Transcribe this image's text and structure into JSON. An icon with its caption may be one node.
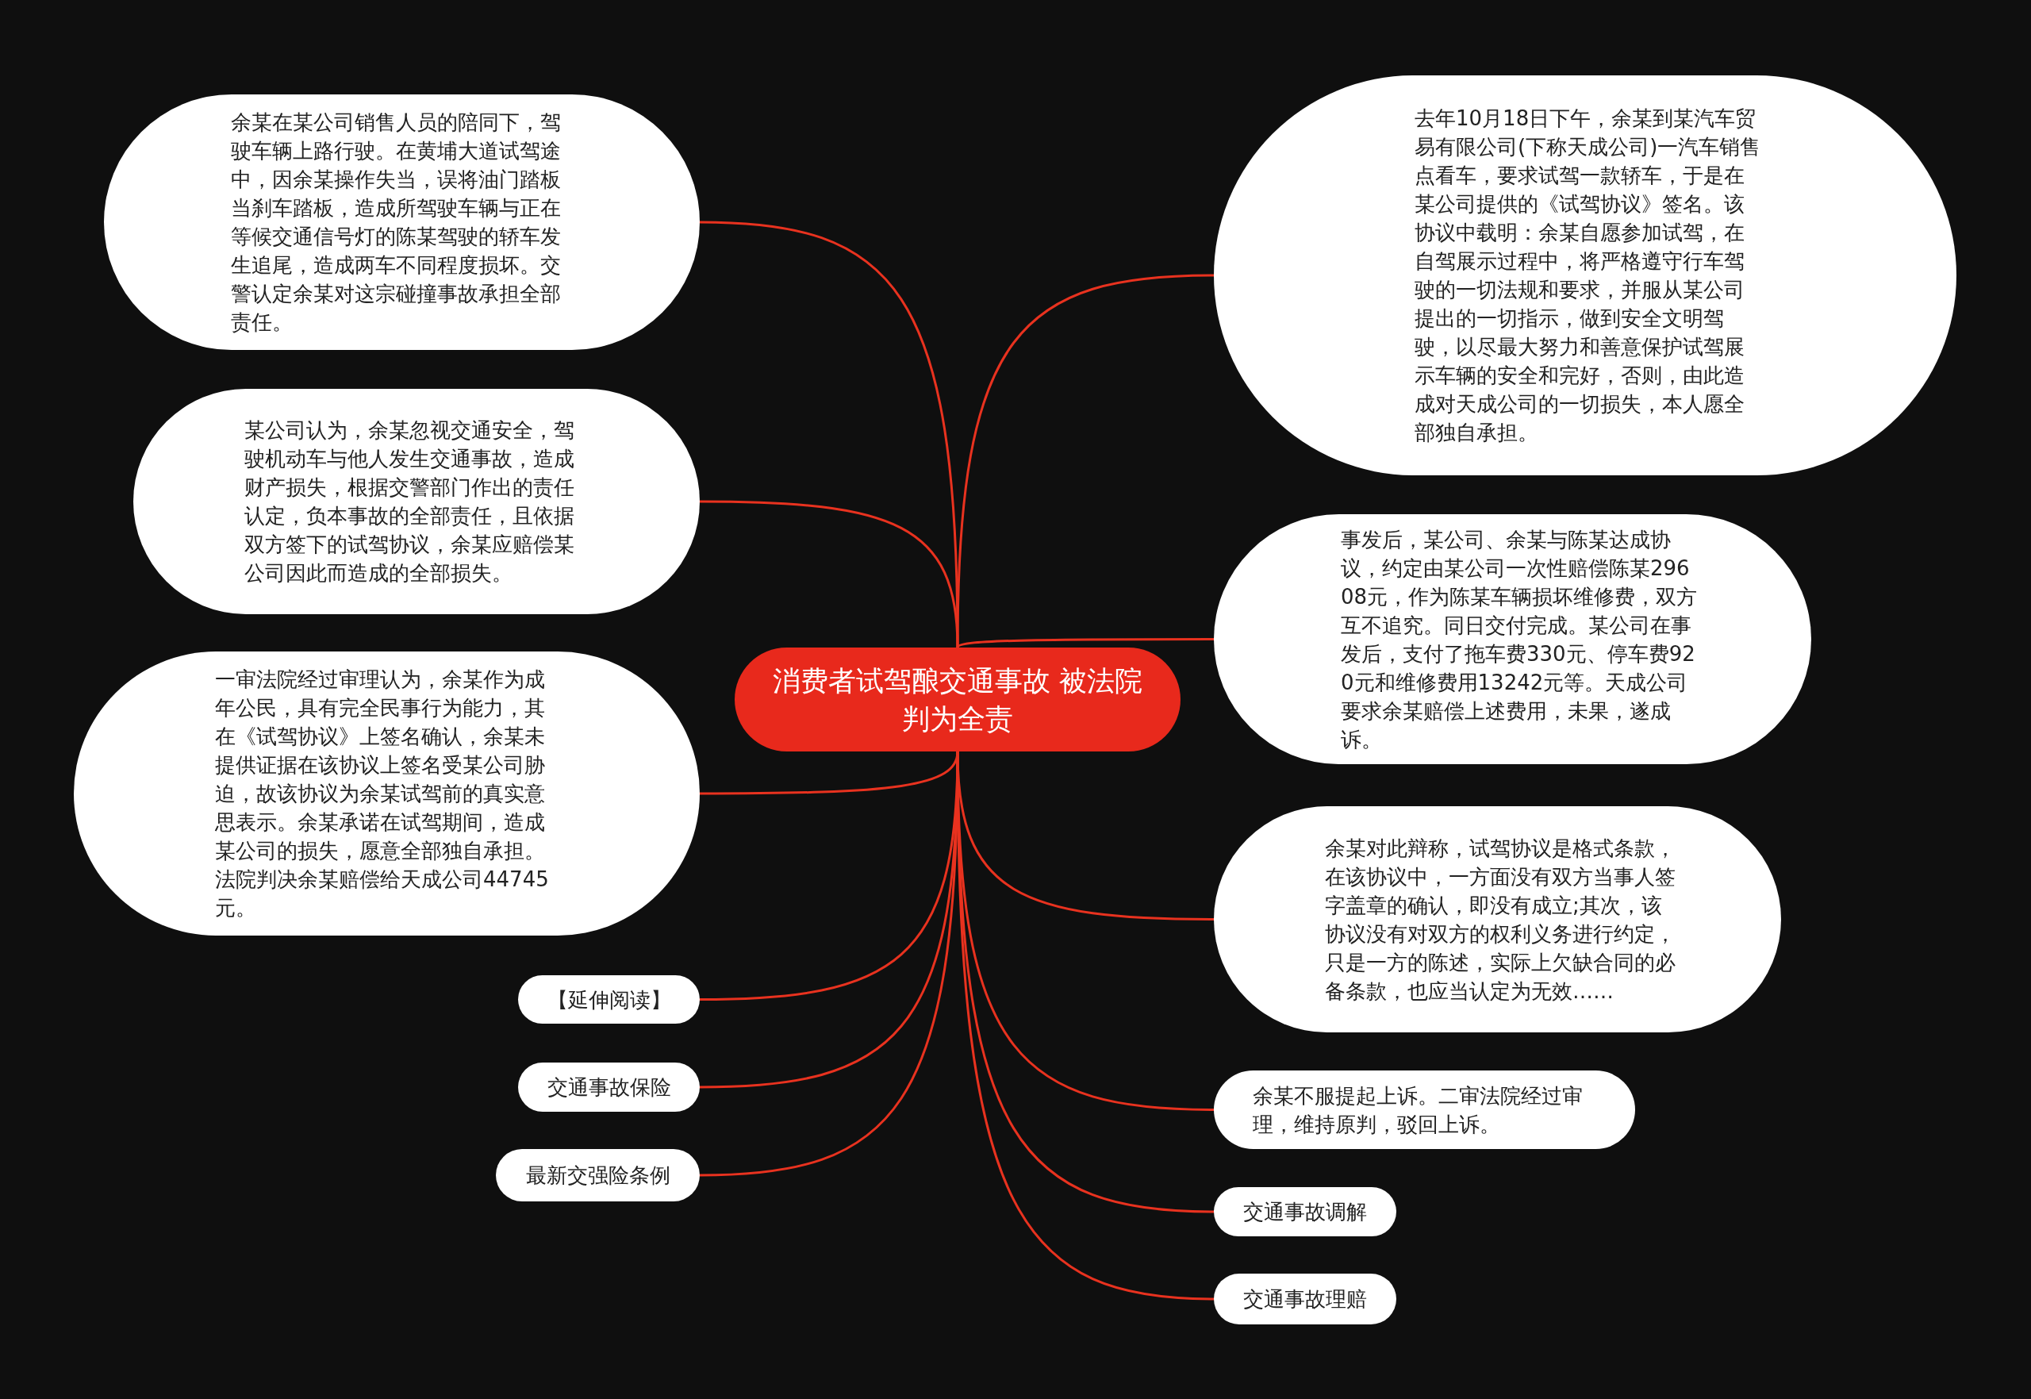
{
  "diagram": {
    "nodes": [
      {
        "text": [
          "消费者试驾酿交通事故 被法院判为全责"
        ]
      },
      {
        "text": [
          "余某在某公司销售人员的陪同下，驾驶车辆上路行驶。在黄埔大道试驾途中，因余某操作失当，误将油门踏板当刹车踏板，造成所驾驶车辆与正在等候交通信号灯的陈某驾驶的轿车发生追尾，造成两车不同程度损坏。交警认定余某对这宗碰撞事故承担全部责任。"
        ]
      },
      {
        "text": [
          "某公司认为，余某忽视交通安全，驾驶机动车与他人发生交通事故，造成财产损失，根据交警部门作出的责任认定，负本事故的全部责任，且依据双方签下的试驾协议，余某应赔偿某公司因此而造成的全部损失。"
        ]
      },
      {
        "text": [
          "一审法院经过审理认为，余某作为成年公民，具有完全民事行为能力，其在《试驾协议》上签名确认，余某未提供证据在该协议上签名受某公司胁迫，故该协议为余某试驾前的真实意思表示。余某承诺在试驾期间，造成某公司的损失，愿意全部独自承担。法院判决余某赔偿给天成公司44745元。"
        ]
      },
      {
        "text": [
          "【延伸阅读】"
        ]
      },
      {
        "text": [
          "交通事故保险"
        ]
      },
      {
        "text": [
          "最新交强险条例"
        ]
      },
      {
        "text": [
          "去年10月18日下午，余某到某汽车贸易有限公司(下称天成公司)一汽车销售点看车，要求试驾一款轿车，于是在某公司提供的《试驾协议》签名。该协议中载明：余某自愿参加试驾，在自驾展示过程中，将严格遵守行车驾驶的一切法规和要求，并服从某公司提出的一切指示，做到安全文明驾驶，以尽最大努力和善意保护试驾展示车辆的安全和完好，否则，由此造成对天成公司的一切损失，本人愿全部独自承担。"
        ]
      },
      {
        "text": [
          "事发后，某公司、余某与陈某达成协议，约定由某公司一次性赔偿陈某29608元，作为陈某车辆损坏维修费，双方互不追究。同日交付完成。某公司在事发后，支付了拖车费330元、停车费920元和维修费用13242元等。天成公司要求余某赔偿上述费用，未果，遂成诉。"
        ]
      },
      {
        "text": [
          "余某对此辩称，试驾协议是格式条款，在该协议中，一方面没有双方当事人签字盖章的确认，即没有成立;其次，该协议没有对双方的权利义务进行约定，只是一方的陈述，实际上欠缺合同的必备条款，也应当认定为无效……"
        ]
      },
      {
        "text": [
          "余某不服提起上诉。二审法院经过审理，维持原判，驳回上诉。"
        ]
      },
      {
        "text": [
          "交通事故调解"
        ]
      },
      {
        "text": [
          "交通事故理赔"
        ]
      }
    ],
    "edges": [
      {
        "from": 0,
        "to": 1,
        "arrow": "none"
      },
      {
        "from": 0,
        "to": 2,
        "arrow": "none"
      },
      {
        "from": 0,
        "to": 3,
        "arrow": "none"
      },
      {
        "from": 0,
        "to": 4,
        "arrow": "none"
      },
      {
        "from": 0,
        "to": 5,
        "arrow": "none"
      },
      {
        "from": 0,
        "to": 6,
        "arrow": "none"
      },
      {
        "from": 0,
        "to": 7,
        "arrow": "none"
      },
      {
        "from": 0,
        "to": 8,
        "arrow": "none"
      },
      {
        "from": 0,
        "to": 9,
        "arrow": "none"
      },
      {
        "from": 0,
        "to": 10,
        "arrow": "none"
      },
      {
        "from": 0,
        "to": 11,
        "arrow": "none"
      },
      {
        "from": 0,
        "to": 12,
        "arrow": "none"
      }
    ]
  }
}
